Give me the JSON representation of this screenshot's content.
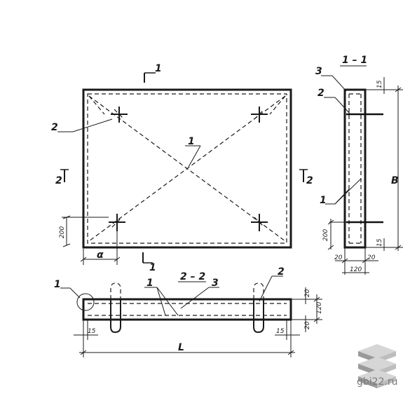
{
  "labels": {
    "section_mark_top": "1",
    "section_mark_bottom": "1",
    "mark_2_left": "2",
    "mark_2_right": "2",
    "pos_2_topleft": "2",
    "pos_1_center": "1",
    "dim_200_left": "200",
    "dim_alpha": "α",
    "section_title": "1 – 1",
    "sec_pos_3": "3",
    "sec_pos_2": "2",
    "sec_pos_1": "1",
    "sec_dim_15_top": "15",
    "sec_dim_B": "B",
    "sec_dim_200": "200",
    "sec_dim_15_bot": "15",
    "sec_dim_20_left": "20",
    "sec_dim_120": "120",
    "sec_dim_20_right": "20",
    "side_title": "2 – 2",
    "side_pos_1_left": "1",
    "side_pos_1": "1",
    "side_pos_3": "3",
    "side_pos_2": "2",
    "side_dim_20_top": "20",
    "side_dim_120": "120",
    "side_dim_20_bot": "20",
    "side_dim_15_left": "15",
    "side_dim_L": "L",
    "side_dim_15_right": "15"
  },
  "watermark": {
    "site": "gbi22.ru",
    "logo_icon": "stacked-slabs-icon",
    "color": "#7a7a7a"
  }
}
